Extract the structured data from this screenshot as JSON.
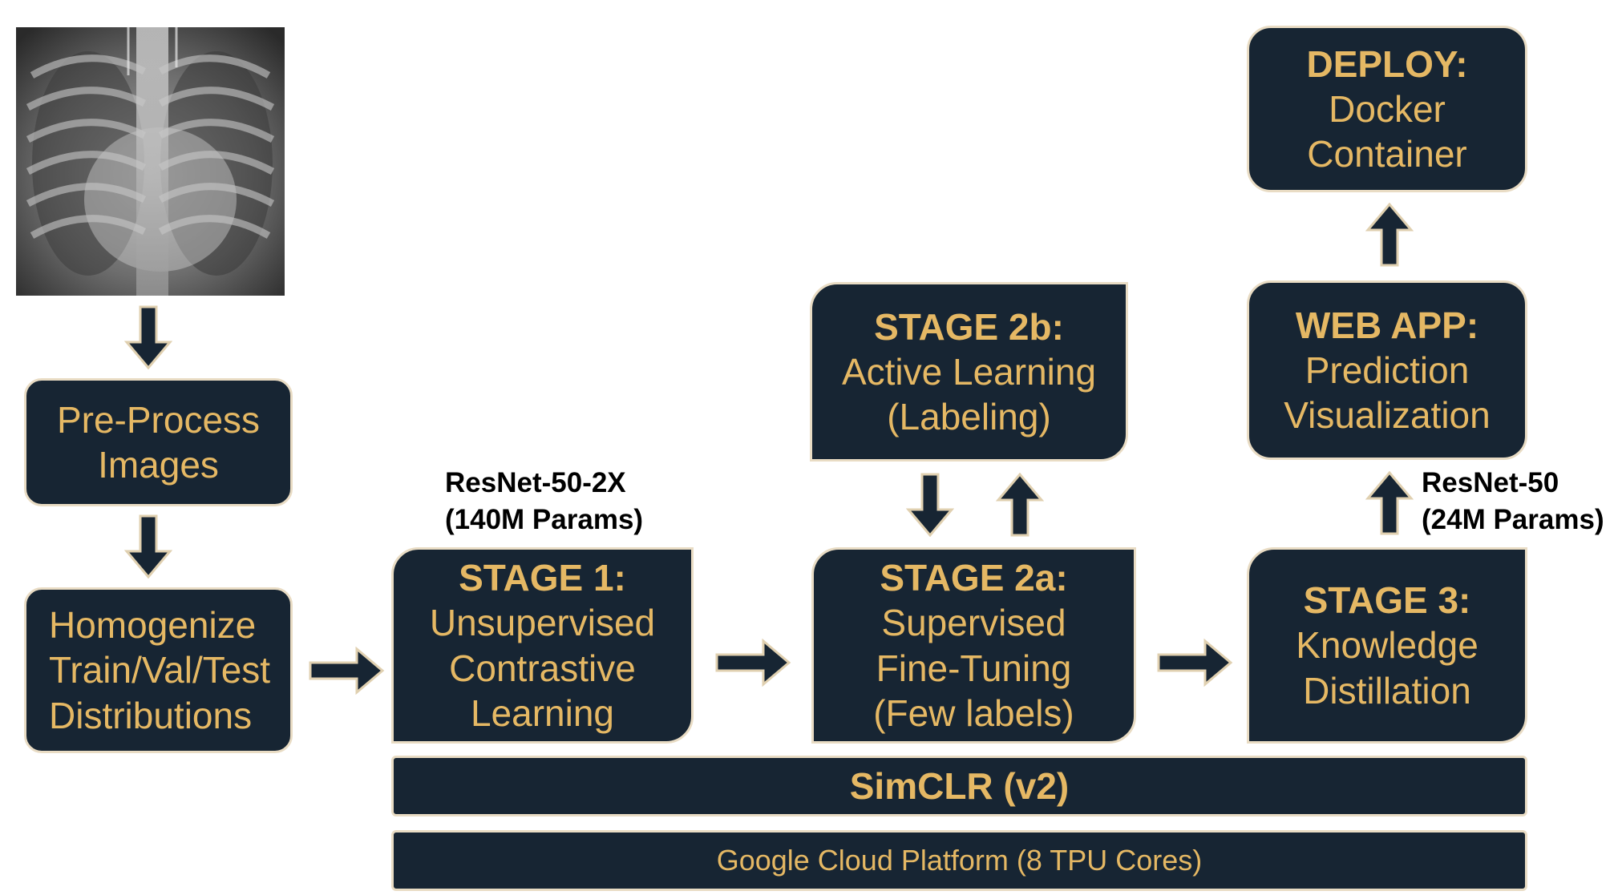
{
  "colors": {
    "box_fill": "#172533",
    "box_border": "#e9dcc4",
    "text_gold": "#e5b864",
    "arrow_fill": "#172533",
    "arrow_outline": "#e0d0b0"
  },
  "image": {
    "icon": "chest-xray-image"
  },
  "boxes": {
    "preprocess": {
      "lines": [
        "Pre-Process",
        "Images"
      ]
    },
    "homogenize": {
      "lines": [
        "Homogenize",
        "Train/Val/Test",
        "Distributions"
      ]
    },
    "stage1": {
      "title": "STAGE 1:",
      "lines": [
        "Unsupervised",
        "Contrastive",
        "Learning"
      ]
    },
    "stage2a": {
      "title": "STAGE 2a:",
      "lines": [
        "Supervised",
        "Fine-Tuning",
        "(Few labels)"
      ]
    },
    "stage2b": {
      "title": "STAGE 2b:",
      "lines": [
        "Active Learning",
        "(Labeling)"
      ]
    },
    "stage3": {
      "title": "STAGE 3:",
      "lines": [
        "Knowledge",
        "Distillation"
      ]
    },
    "webapp": {
      "title": "WEB APP:",
      "lines": [
        "Prediction",
        "Visualization"
      ]
    },
    "deploy": {
      "title": "DEPLOY:",
      "lines": [
        "Docker",
        "Container"
      ]
    },
    "simclr": {
      "title": "SimCLR (v2)"
    },
    "gcp": {
      "lines": [
        "Google Cloud Platform (8 TPU Cores)"
      ]
    }
  },
  "notes": {
    "resnet50_2x": [
      "ResNet-50-2X",
      "(140M Params)"
    ],
    "resnet50": [
      "ResNet-50",
      "(24M Params)"
    ]
  }
}
